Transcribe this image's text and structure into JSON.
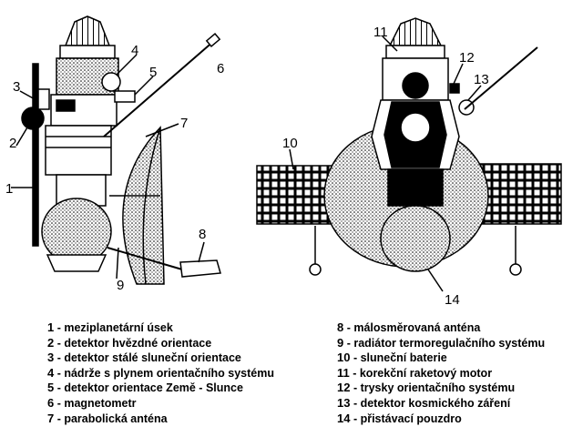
{
  "callouts": {
    "c1": "1",
    "c2": "2",
    "c3": "3",
    "c4": "4",
    "c5": "5",
    "c6": "6",
    "c7": "7",
    "c8": "8",
    "c9": "9",
    "c10": "10",
    "c11": "11",
    "c12": "12",
    "c13": "13",
    "c14": "14"
  },
  "legend_left": [
    {
      "num": "1",
      "text": " - meziplanetární úsek"
    },
    {
      "num": "2",
      "text": " - detektor hvězdné orientace"
    },
    {
      "num": "3",
      "text": " - detektor stálé sluneční orientace"
    },
    {
      "num": "4",
      "text": " - nádrže s plynem orientačního systému"
    },
    {
      "num": "5",
      "text": " - detektor orientace Země - Slunce"
    },
    {
      "num": "6",
      "text": " - magnetometr"
    },
    {
      "num": "7",
      "text": " - parabolická anténa"
    }
  ],
  "legend_right": [
    {
      "num": "8",
      "text": " - málosměrovaná anténa"
    },
    {
      "num": "9",
      "text": " - radiátor termoregulačního systému"
    },
    {
      "num": "10",
      "text": " - sluneční baterie"
    },
    {
      "num": "11",
      "text": " - korekční raketový motor"
    },
    {
      "num": "12",
      "text": " - trysky orientačního systému"
    },
    {
      "num": "13",
      "text": " - detektor kosmického záření"
    },
    {
      "num": "14",
      "text": " - přistávací pouzdro"
    }
  ]
}
